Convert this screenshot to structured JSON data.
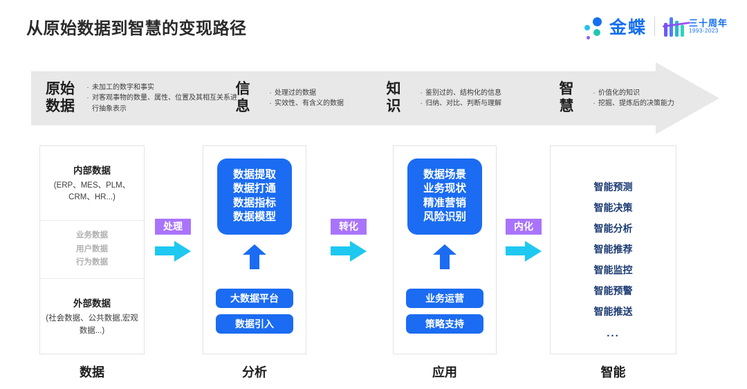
{
  "page": {
    "title": "从原始数据到智慧的变现路径"
  },
  "brand": {
    "name": "金蝶",
    "anniversary_title": "三十周年",
    "anniversary_years": "1993-2023"
  },
  "banner": {
    "segments": [
      {
        "title_line1": "原始",
        "title_line2": "数据",
        "bullets": [
          "未加工的数字和事实",
          "对客观事物的数量、属性、位置及其相互关系进行抽象表示"
        ]
      },
      {
        "title_line1": "信",
        "title_line2": "息",
        "bullets": [
          "处理过的数据",
          "实效性、有含义的数据"
        ]
      },
      {
        "title_line1": "知",
        "title_line2": "识",
        "bullets": [
          "鉴别过的、结构化的信息",
          "归纳、对比、判断与理解"
        ]
      },
      {
        "title_line1": "智",
        "title_line2": "慧",
        "bullets": [
          "价值化的知识",
          "挖掘、提炼后的决策能力"
        ]
      }
    ],
    "bullet_marker": "·"
  },
  "cards": {
    "data": {
      "internal_title": "内部数据",
      "internal_sub": "(ERP、MES、PLM、CRM、HR...)",
      "middle_items": [
        "业务数据",
        "用户数据",
        "行为数据"
      ],
      "external_title": "外部数据",
      "external_sub": "(社会数据、公共数据,宏观数据...)"
    },
    "analysis": {
      "main_box": [
        "数据提取",
        "数据打通",
        "数据指标",
        "数据模型"
      ],
      "pills": [
        "大数据平台",
        "数据引入"
      ]
    },
    "application": {
      "main_box": [
        "数据场景",
        "业务现状",
        "精准营销",
        "风险识别"
      ],
      "pills": [
        "业务运营",
        "策略支持"
      ]
    },
    "intelligence": {
      "items": [
        "智能预测",
        "智能决策",
        "智能分析",
        "智能推荐",
        "智能监控",
        "智能预警",
        "智能推送"
      ],
      "ellipsis": "..."
    }
  },
  "connectors": [
    {
      "label": "处理"
    },
    {
      "label": "转化"
    },
    {
      "label": "内化"
    }
  ],
  "bottom_labels": [
    "数据",
    "分析",
    "应用",
    "智能"
  ],
  "colors": {
    "accent_blue": "#1b6cf2",
    "badge_purple": "#a974fb",
    "arrow_cyan": "#1ec8f0",
    "banner_grey": "#e8e8e8",
    "navy": "#1b3a72"
  }
}
